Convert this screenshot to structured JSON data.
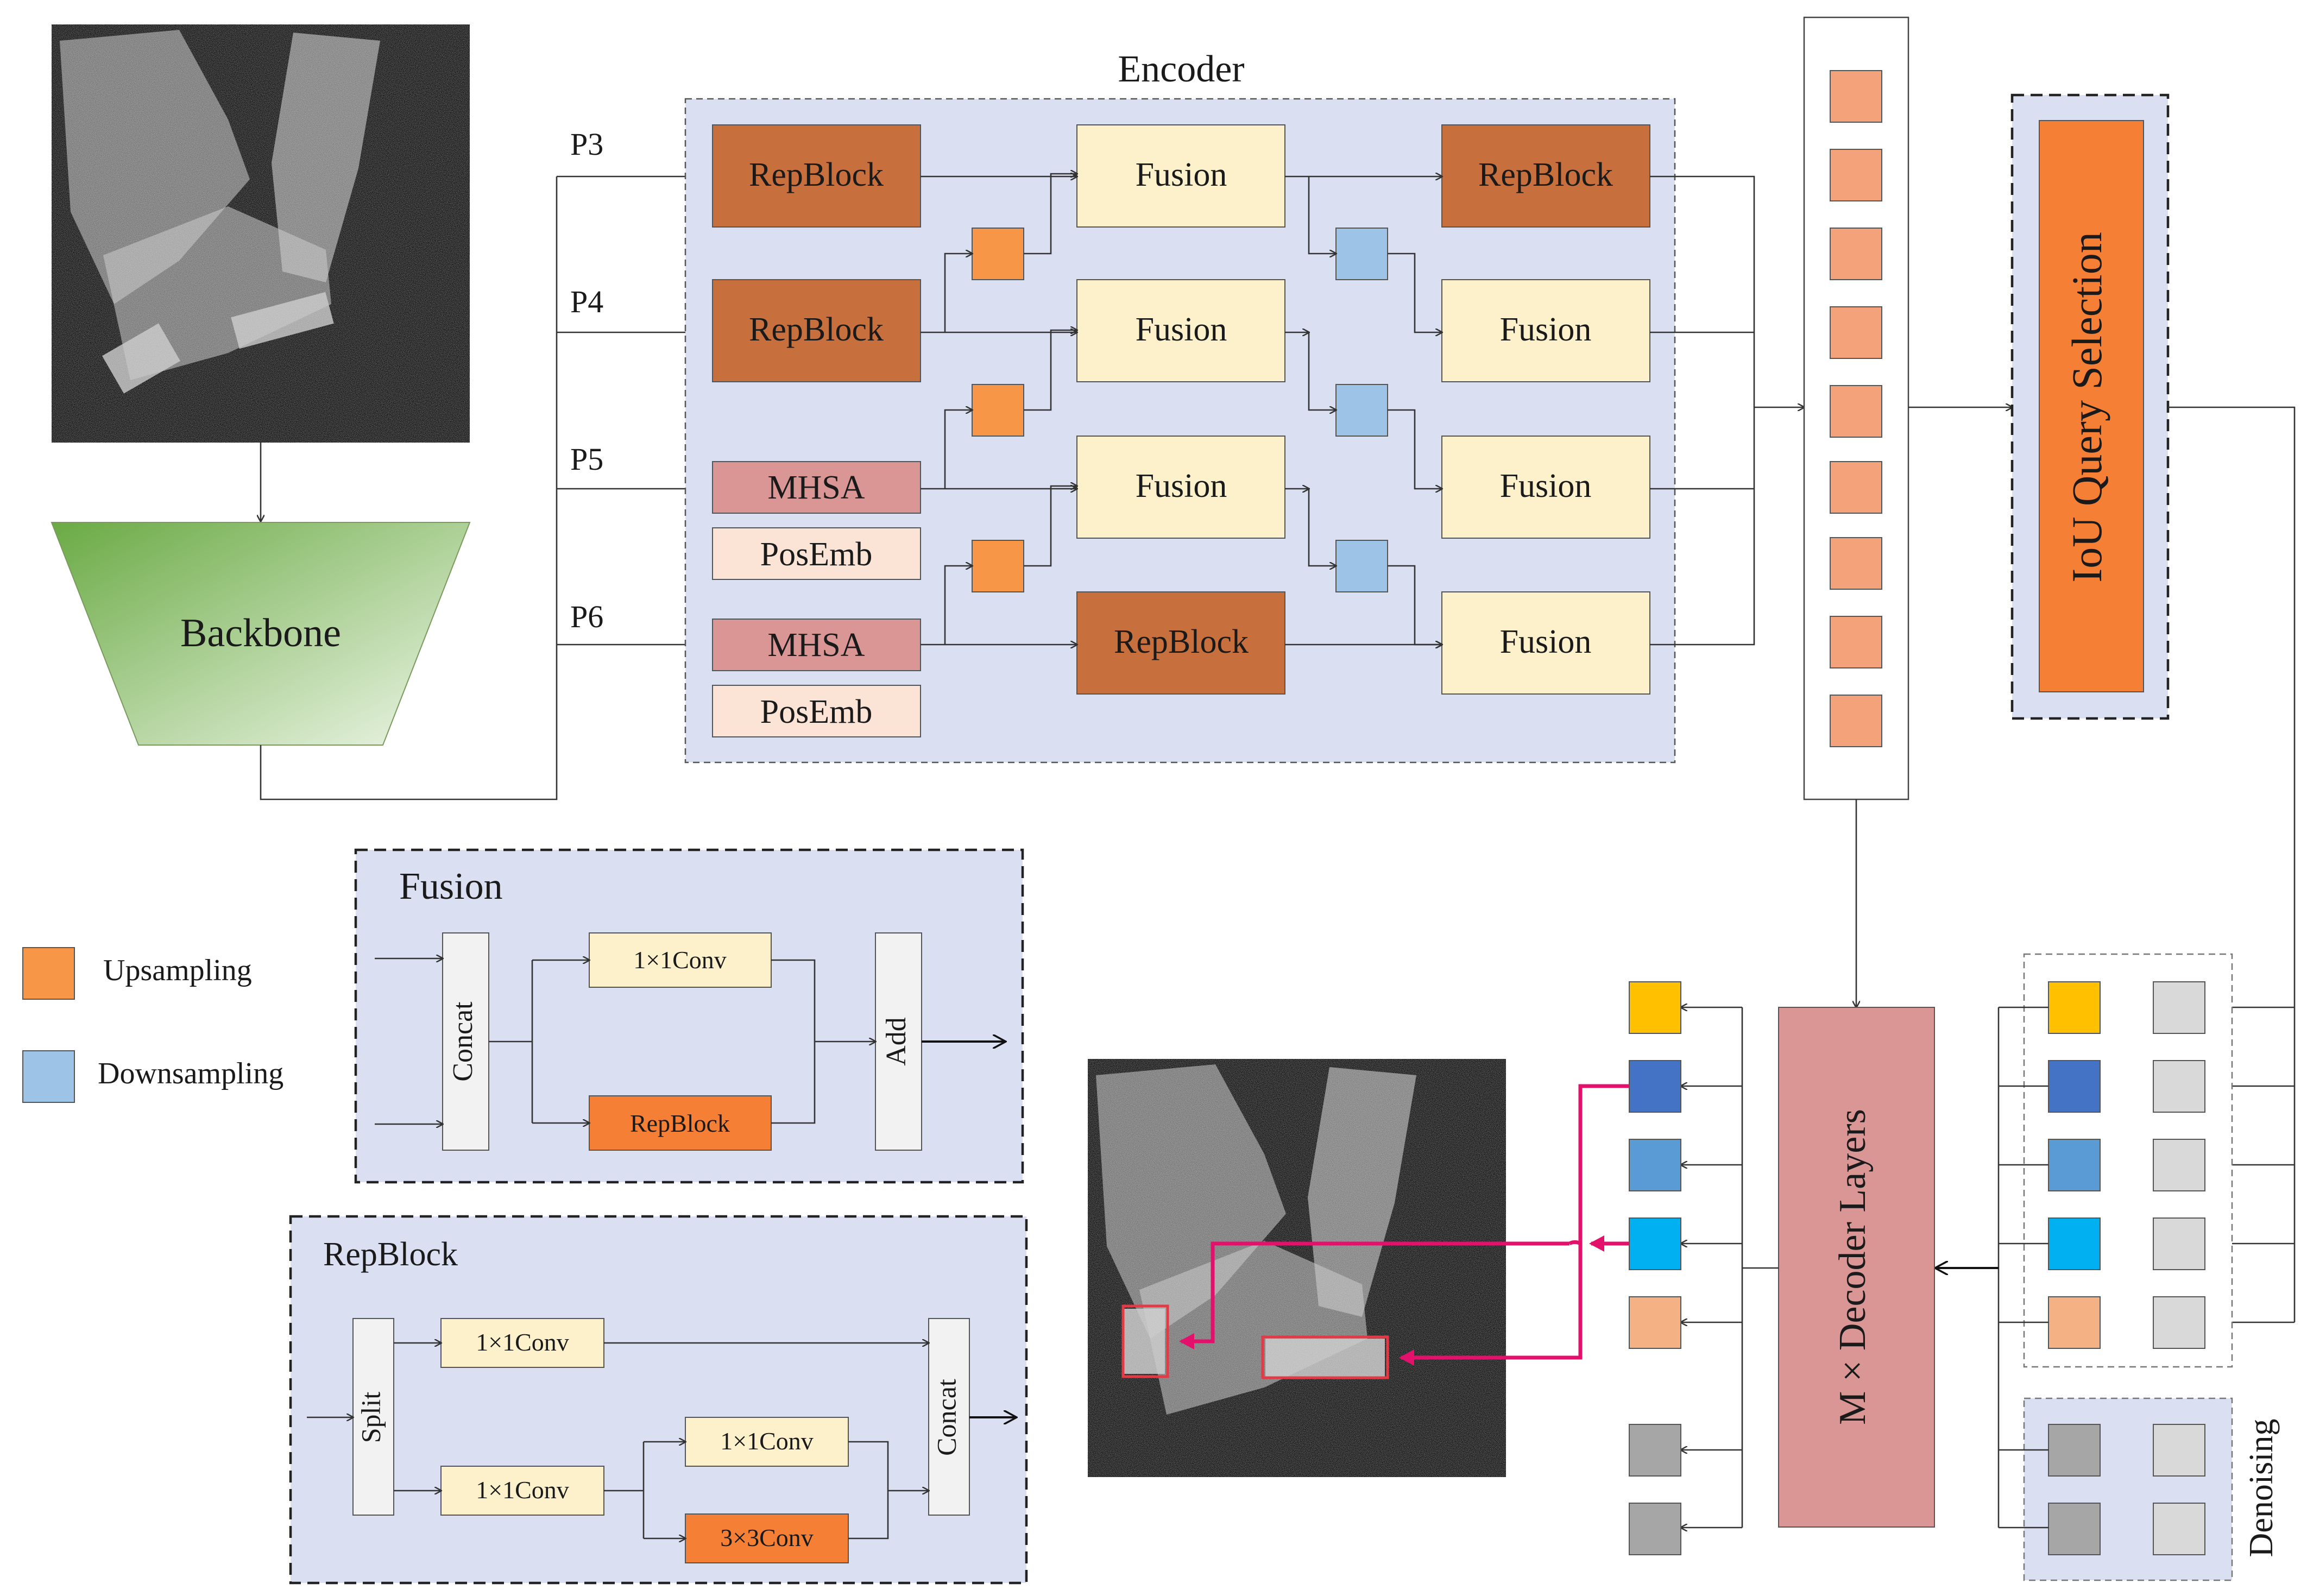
{
  "encoder": {
    "title": "Encoder",
    "scales": [
      "P3",
      "P4",
      "P5",
      "P6"
    ],
    "blocks": {
      "repblock": "RepBlock",
      "fusion": "Fusion",
      "mhsa": "MHSA",
      "posemb": "PosEmb"
    }
  },
  "backbone": {
    "label": "Backbone"
  },
  "query_selection": {
    "label": "IoU Query Selection"
  },
  "decoder": {
    "label": "M × Decoder Layers"
  },
  "denoising": {
    "label": "Denoising"
  },
  "legend": {
    "upsampling": "Upsampling",
    "downsampling": "Downsampling"
  },
  "fusion_detail": {
    "title": "Fusion",
    "concat": "Concat",
    "conv1": "1×1Conv",
    "repblock": "RepBlock",
    "add": "Add"
  },
  "repblock_detail": {
    "title": "RepBlock",
    "split": "Split",
    "conv_a": "1×1Conv",
    "conv_b": "1×1Conv",
    "conv_c": "1×1Conv",
    "conv3": "3×3Conv",
    "concat": "Concat"
  },
  "colors": {
    "repblock": "#c8703d",
    "fusion": "#fdf1cc",
    "mhsa": "#d99694",
    "posemb": "#fbe4d5",
    "upsample": "#f79646",
    "downsample": "#9dc3e6",
    "panel": "#dae0f2",
    "query_bar": "#f47f35",
    "decoder": "#d99694",
    "token": "#f4a27a",
    "backbone_dark": "#6aaa44",
    "backbone_light": "#e6f1dc",
    "pink_highlight": "#e3116c"
  },
  "query_colors": [
    "#ffc000",
    "#4472c4",
    "#5b9bd5",
    "#00b0f0",
    "#f4b183"
  ],
  "noise_colors": {
    "dark": "#a6a6a6",
    "light": "#d9d9d9"
  }
}
